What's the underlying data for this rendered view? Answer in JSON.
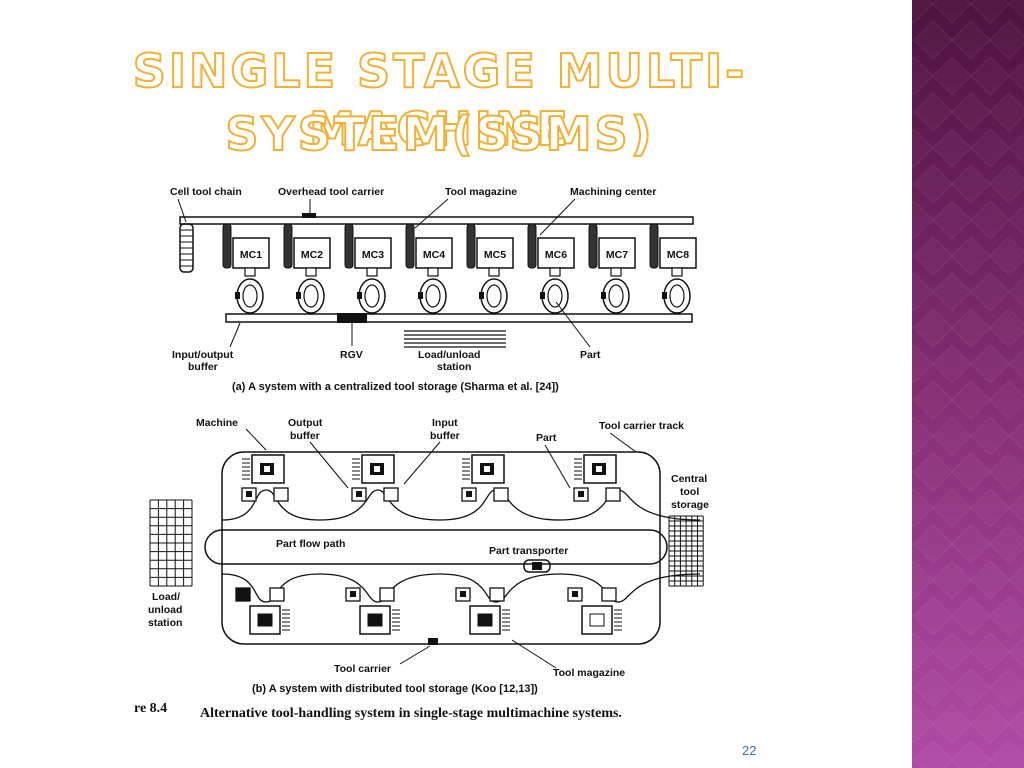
{
  "slide": {
    "title_line1": "SINGLE STAGE MULTI-MACHINE",
    "title_line2": "SYSTEM(SSMS)",
    "page_number": "22",
    "title_color": "#f2b035",
    "accent_sidebar": "#7d2a6c"
  },
  "figure_a": {
    "labels": {
      "cell_tool_chain": "Cell tool chain",
      "overhead_tool_carrier": "Overhead tool carrier",
      "tool_magazine": "Tool magazine",
      "machining_center": "Machining center",
      "io_buffer_1": "Input/output",
      "io_buffer_2": "buffer",
      "rgv": "RGV",
      "load_unload_1": "Load/unload",
      "load_unload_2": "station",
      "part": "Part"
    },
    "machines": [
      "MC1",
      "MC2",
      "MC3",
      "MC4",
      "MC5",
      "MC6",
      "MC7",
      "MC8"
    ],
    "caption": "(a) A system with a centralized tool storage (Sharma et al. [24])"
  },
  "figure_b": {
    "labels": {
      "machine": "Machine",
      "output_buffer_1": "Output",
      "output_buffer_2": "buffer",
      "input_buffer_1": "Input",
      "input_buffer_2": "buffer",
      "part": "Part",
      "tool_carrier_track": "Tool carrier track",
      "central_tool_storage_1": "Central",
      "central_tool_storage_2": "tool",
      "central_tool_storage_3": "storage",
      "part_flow_path": "Part flow path",
      "part_transporter": "Part transporter",
      "load_unload_1": "Load/",
      "load_unload_2": "unload",
      "load_unload_3": "station",
      "tool_carrier": "Tool carrier",
      "tool_magazine": "Tool magazine"
    },
    "caption": "(b) A system with distributed tool storage (Koo [12,13])"
  },
  "figure_caption": {
    "prefix": "re 8.4",
    "text": "Alternative tool-handling system in single-stage multimachine systems."
  }
}
